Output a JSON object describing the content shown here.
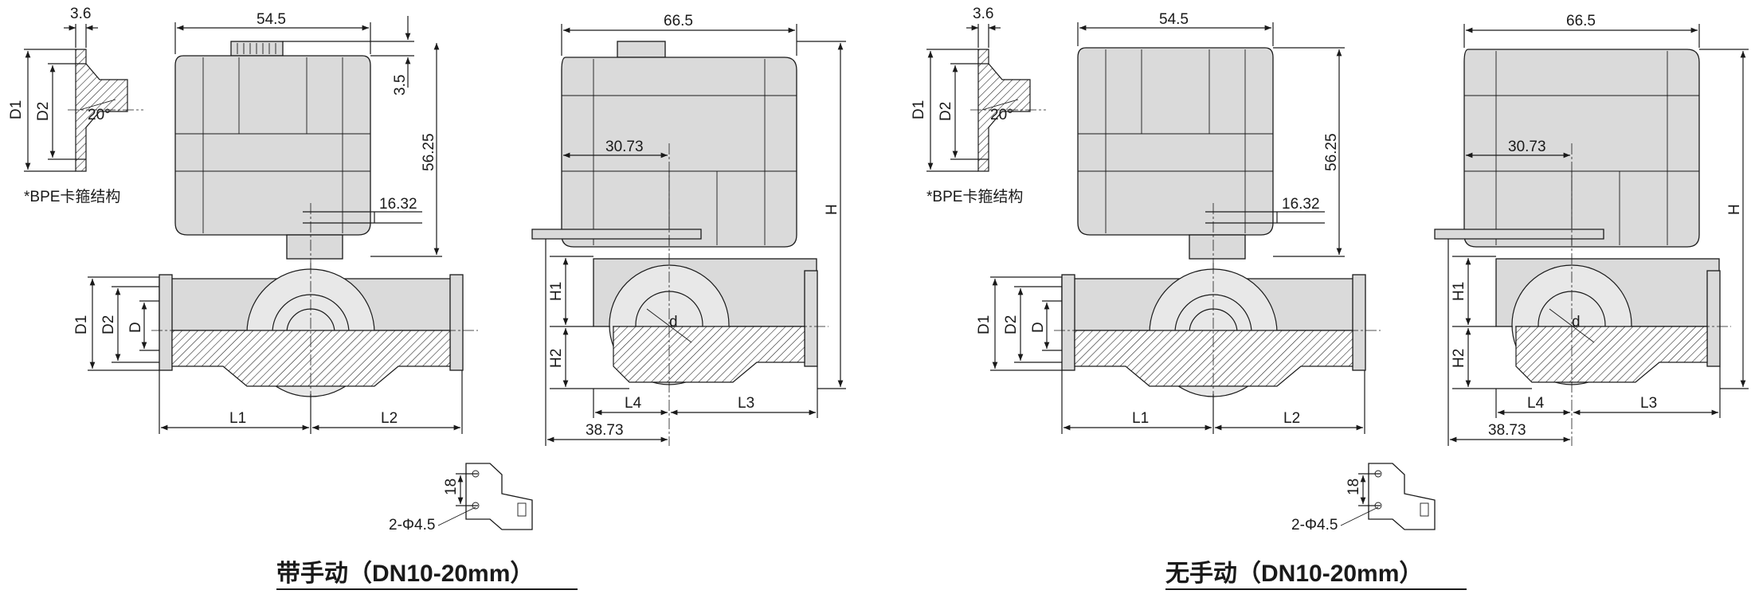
{
  "views": [
    {
      "id": "left",
      "caption": "带手动（DN10-20mm）",
      "has_manual_knob": true,
      "labels": {
        "flange_thk": "3.6",
        "flange_d1": "D1",
        "flange_d2": "D2",
        "flange_angle": "20°",
        "bpe_note": "*BPE卡箍结构",
        "front_width": "54.5",
        "knob_height": "3.5",
        "front_height": "56.25",
        "axis_offset": "16.32",
        "body_d1": "D1",
        "body_d2": "D2",
        "body_d": "D",
        "len_l1": "L1",
        "len_l2": "L2",
        "side_width": "66.5",
        "side_axis": "30.73",
        "total_h": "H",
        "side_h1": "H1",
        "side_h2": "H2",
        "bore_d": "d",
        "len_l4": "L4",
        "len_l3": "L3",
        "side_offset": "38.73",
        "bracket_h": "18",
        "bracket_holes": "2-Φ4.5"
      }
    },
    {
      "id": "right",
      "caption": "无手动（DN10-20mm）",
      "has_manual_knob": false,
      "labels": {
        "flange_thk": "3.6",
        "flange_d1": "D1",
        "flange_d2": "D2",
        "flange_angle": "20°",
        "bpe_note": "*BPE卡箍结构",
        "front_width": "54.5",
        "knob_height": "",
        "front_height": "56.25",
        "axis_offset": "16.32",
        "body_d1": "D1",
        "body_d2": "D2",
        "body_d": "D",
        "len_l1": "L1",
        "len_l2": "L2",
        "side_width": "66.5",
        "side_axis": "30.73",
        "total_h": "H",
        "side_h1": "H1",
        "side_h2": "H2",
        "bore_d": "d",
        "len_l4": "L4",
        "len_l3": "L3",
        "side_offset": "38.73",
        "bracket_h": "18",
        "bracket_holes": "2-Φ4.5"
      }
    }
  ],
  "colors": {
    "line": "#1a1a1a",
    "actuator_fill": "#d9d9d9",
    "hatch": "#1a1a1a"
  }
}
